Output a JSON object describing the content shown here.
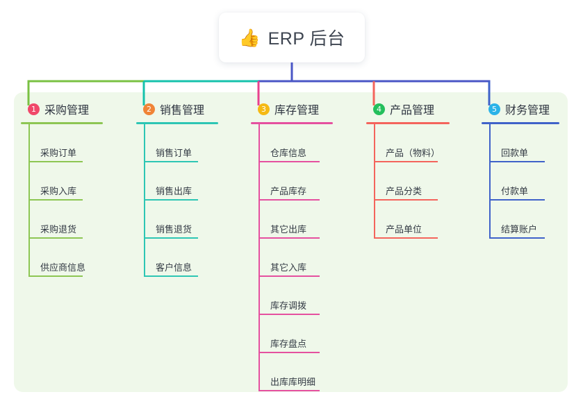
{
  "root": {
    "emoji": "👍",
    "emoji_name": "thumbs-up-icon",
    "title": "ERP 后台"
  },
  "palette": {
    "panel_bg": "#eff8ea",
    "page_bg": "#ffffff",
    "bus_green": "#7ac143",
    "bus_teal": "#16c2ac",
    "bus_blue": "#4a56c6",
    "stem_green": "#7ac143",
    "stem_teal": "#16c2ac",
    "stem_pink": "#e8418f",
    "stem_salmon": "#f4645c",
    "stem_blue": "#3f62c9",
    "root_stem": "#4a56c6"
  },
  "columns": [
    {
      "num": "1",
      "title": "采购管理",
      "badge_color": "#f0486a",
      "line_color": "#8dc653",
      "rule_color": "#8dc653",
      "items": [
        "采购订单",
        "采购入库",
        "采购退货",
        "供应商信息"
      ]
    },
    {
      "num": "2",
      "title": "销售管理",
      "badge_color": "#f08437",
      "line_color": "#2dc6b4",
      "rule_color": "#2dc6b4",
      "items": [
        "销售订单",
        "销售出库",
        "销售退货",
        "客户信息"
      ]
    },
    {
      "num": "3",
      "title": "库存管理",
      "badge_color": "#f5b914",
      "line_color": "#e5509f",
      "rule_color": "#e5509f",
      "items": [
        "仓库信息",
        "产品库存",
        "其它出库",
        "其它入库",
        "库存调拨",
        "库存盘点",
        "出库库明细"
      ]
    },
    {
      "num": "4",
      "title": "产品管理",
      "badge_color": "#24bf5c",
      "line_color": "#f4645c",
      "rule_color": "#f4645c",
      "items": [
        "产品（物料）",
        "产品分类",
        "产品单位"
      ]
    },
    {
      "num": "5",
      "title": "财务管理",
      "badge_color": "#2bb3e8",
      "line_color": "#3f62c9",
      "rule_color": "#3f62c9",
      "items": [
        "回款单",
        "付款单",
        "结算账户"
      ]
    }
  ]
}
